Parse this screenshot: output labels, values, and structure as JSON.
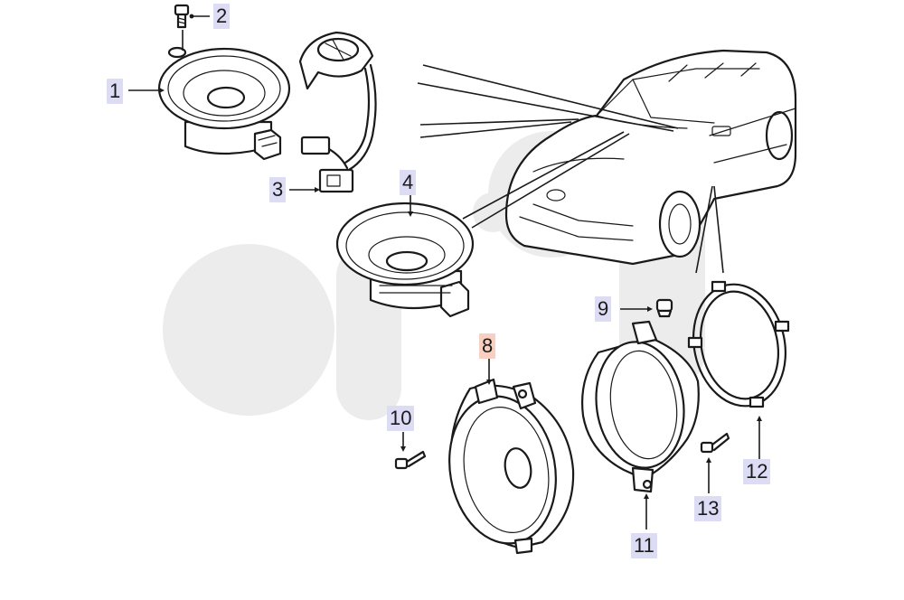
{
  "colors": {
    "callout_default": "#dcdcf5",
    "callout_highlight": "#f8cfc0",
    "line": "#1a1a1a",
    "watermark": "#ececec"
  },
  "callouts": [
    {
      "id": "1",
      "label": "1",
      "highlight": false
    },
    {
      "id": "2",
      "label": "2",
      "highlight": false
    },
    {
      "id": "3",
      "label": "3",
      "highlight": false
    },
    {
      "id": "4",
      "label": "4",
      "highlight": false
    },
    {
      "id": "8",
      "label": "8",
      "highlight": true
    },
    {
      "id": "9",
      "label": "9",
      "highlight": false
    },
    {
      "id": "10",
      "label": "10",
      "highlight": false
    },
    {
      "id": "11",
      "label": "11",
      "highlight": false
    },
    {
      "id": "12",
      "label": "12",
      "highlight": false
    },
    {
      "id": "13",
      "label": "13",
      "highlight": false
    }
  ]
}
